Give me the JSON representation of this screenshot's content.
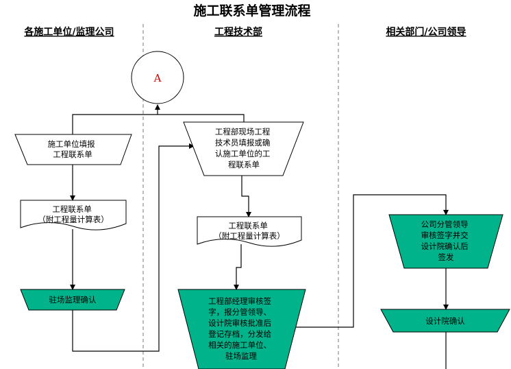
{
  "title": "施工联系单管理流程",
  "lanes": [
    {
      "id": "lane-construction-units",
      "label": "各施工单位/监理公司"
    },
    {
      "id": "lane-engineering-dept",
      "label": "工程技术部"
    },
    {
      "id": "lane-leadership",
      "label": "相关部门/公司领导"
    }
  ],
  "connector": {
    "label": "A"
  },
  "nodes": {
    "fill_form": {
      "lines": [
        "施工单位填报",
        "工程联系单"
      ]
    },
    "contact_sheet_1": {
      "lines": [
        "工程联系单",
        "（附工程量计算表）"
      ]
    },
    "supervisor_confirm": {
      "lines": [
        "驻场监理确认"
      ]
    },
    "dept_review": {
      "lines": [
        "工程部现场工程",
        "技术员填报或确",
        "认施工单位的工",
        "程联系单"
      ]
    },
    "contact_sheet_2": {
      "lines": [
        "工程联系单",
        "（附工程量计算表）"
      ]
    },
    "manager_review": {
      "lines": [
        "工程部经理审核签",
        "字，报分管领导、",
        "设计院审核批准后",
        "登记存档，分发给",
        "相关的施工单位、",
        "驻场监理"
      ]
    },
    "leader_sign": {
      "lines": [
        "公司分管领导",
        "审核签字并交",
        "设计院确认后",
        "签发"
      ]
    },
    "design_confirm": {
      "lines": [
        "设计院确认"
      ]
    }
  },
  "colors": {
    "accent": "#00b38a",
    "line": "#000000",
    "connector_text": "#d40000"
  }
}
